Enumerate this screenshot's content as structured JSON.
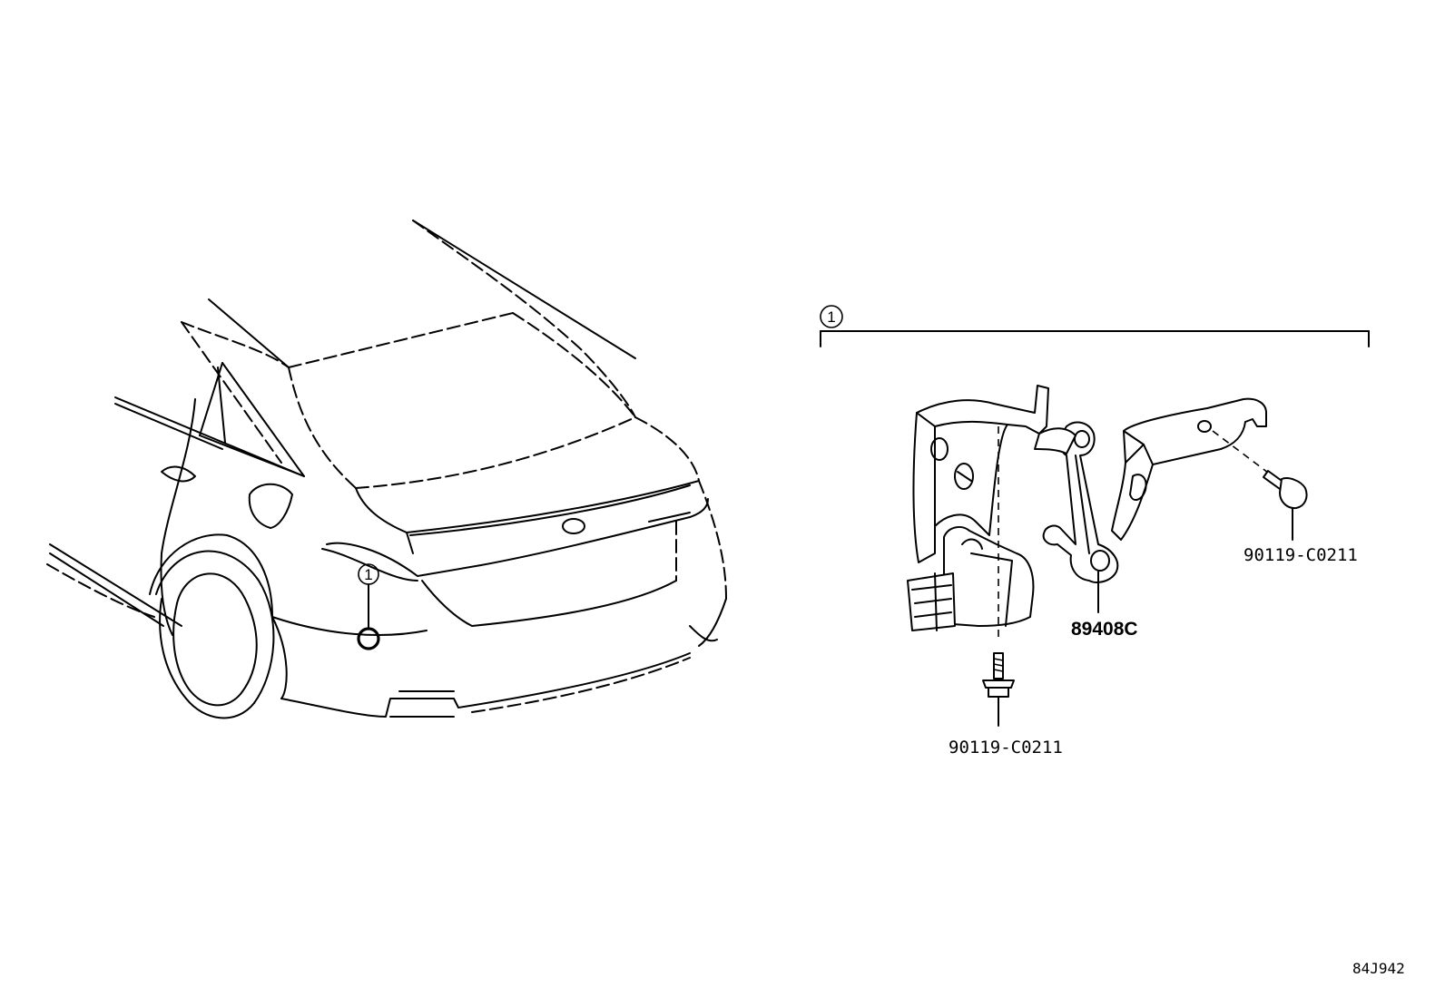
{
  "callouts": {
    "car_marker": "1",
    "assembly_marker": "1"
  },
  "parts": {
    "sensor": "89408C",
    "bolt_right": "90119-C0211",
    "bolt_bottom": "90119-C0211"
  },
  "diagram_code": "84J942"
}
